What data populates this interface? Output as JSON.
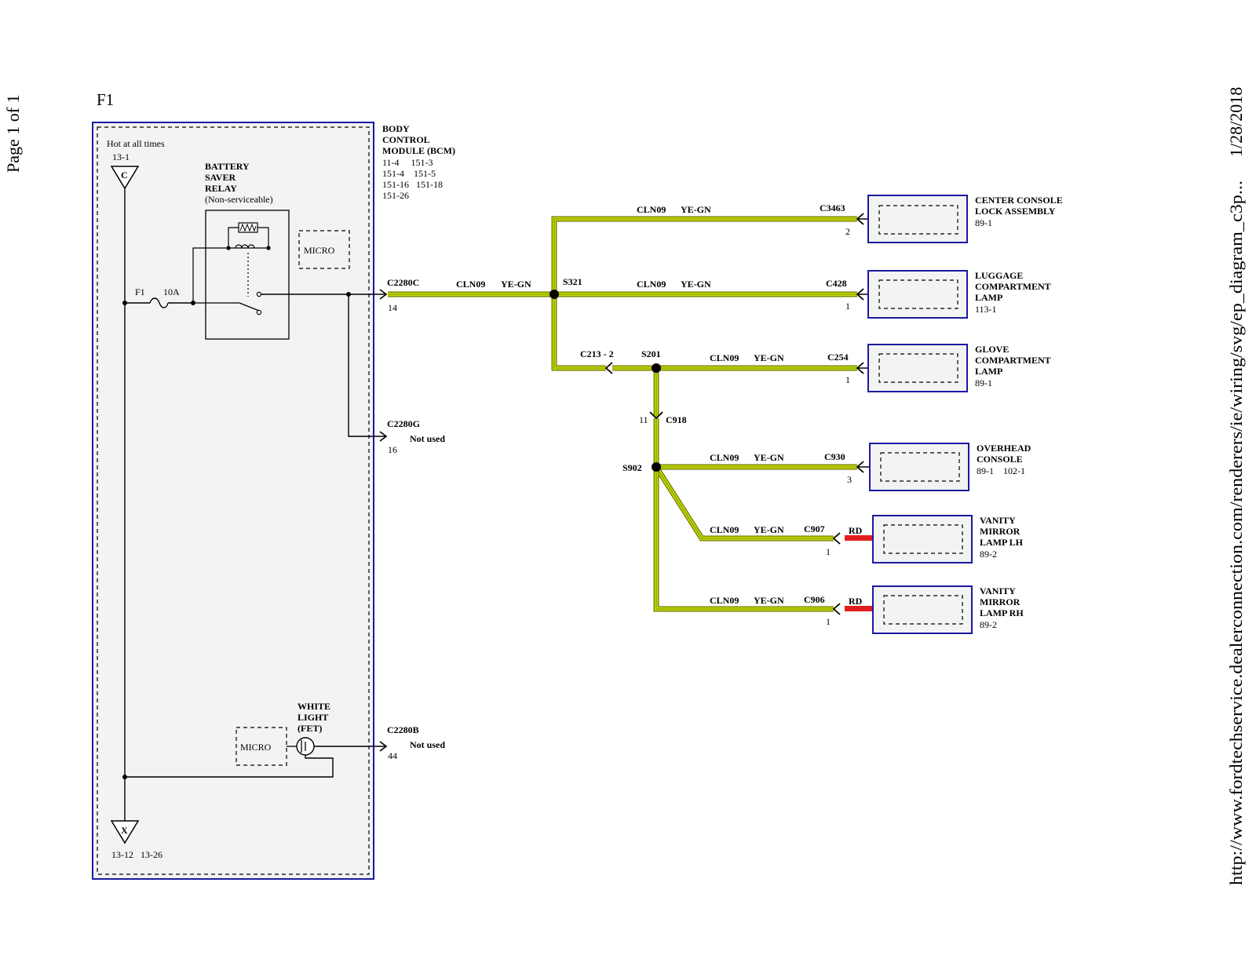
{
  "page": {
    "fuse_title": "F1",
    "page_of": "Page 1 of 1",
    "date": "1/28/2018",
    "url": "http://www.fordtechservice.dealerconnection.com/renderers/ie/wiring/svg/ep_diagram_c3p..."
  },
  "colors": {
    "wire_green": "#c8dc00",
    "wire_dark": "#6a7a00",
    "wire_red": "#e01e1e",
    "module_border": "#1a1aa0",
    "module_fill": "#f3f3f3"
  },
  "bcm": {
    "title_lines": [
      "BODY",
      "CONTROL",
      "MODULE (BCM)"
    ],
    "ref_lines": [
      "11-4     151-3",
      "151-4    151-5",
      "151-16   151-18",
      "151-26"
    ],
    "hot_label": "Hot at all times",
    "hot_ref": "13-1",
    "hot_symbol": "C",
    "ground_symbol": "X",
    "ground_refs": "13-12   13-26",
    "relay_lines": [
      "BATTERY",
      "SAVER",
      "RELAY",
      "(Non-serviceable)"
    ],
    "micro_top": "MICRO",
    "micro_bottom": "MICRO",
    "fuse_name": "F1",
    "fuse_rating": "10A",
    "fet_lines": [
      "WHITE",
      "LIGHT",
      "(FET)"
    ]
  },
  "bcm_connectors": [
    {
      "id": "C2280C",
      "pin": "14",
      "note": ""
    },
    {
      "id": "C2280G",
      "pin": "16",
      "note": "Not used"
    },
    {
      "id": "C2280B",
      "pin": "44",
      "note": "Not used"
    }
  ],
  "splices": [
    "S321",
    "S201",
    "S902"
  ],
  "inline_connectors": [
    {
      "id": "C213 - 2",
      "pin": ""
    },
    {
      "id": "C918",
      "pin": "11"
    }
  ],
  "circuit": {
    "name": "CLN09",
    "color": "YE-GN",
    "red_label": "RD"
  },
  "loads": [
    {
      "connector": "C3463",
      "pin": "2",
      "lines": [
        "CENTER CONSOLE",
        "LOCK ASSEMBLY",
        "89-1"
      ]
    },
    {
      "connector": "C428",
      "pin": "1",
      "lines": [
        "LUGGAGE",
        "COMPARTMENT",
        "LAMP",
        "113-1"
      ]
    },
    {
      "connector": "C254",
      "pin": "1",
      "lines": [
        "GLOVE",
        "COMPARTMENT",
        "LAMP",
        "89-1"
      ]
    },
    {
      "connector": "C930",
      "pin": "3",
      "lines": [
        "OVERHEAD",
        "CONSOLE",
        "89-1    102-1"
      ]
    },
    {
      "connector": "C907",
      "pin": "1",
      "lines": [
        "VANITY",
        "MIRROR",
        "LAMP LH",
        "89-2"
      ]
    },
    {
      "connector": "C906",
      "pin": "1",
      "lines": [
        "VANITY",
        "MIRROR",
        "LAMP RH",
        "89-2"
      ]
    }
  ]
}
